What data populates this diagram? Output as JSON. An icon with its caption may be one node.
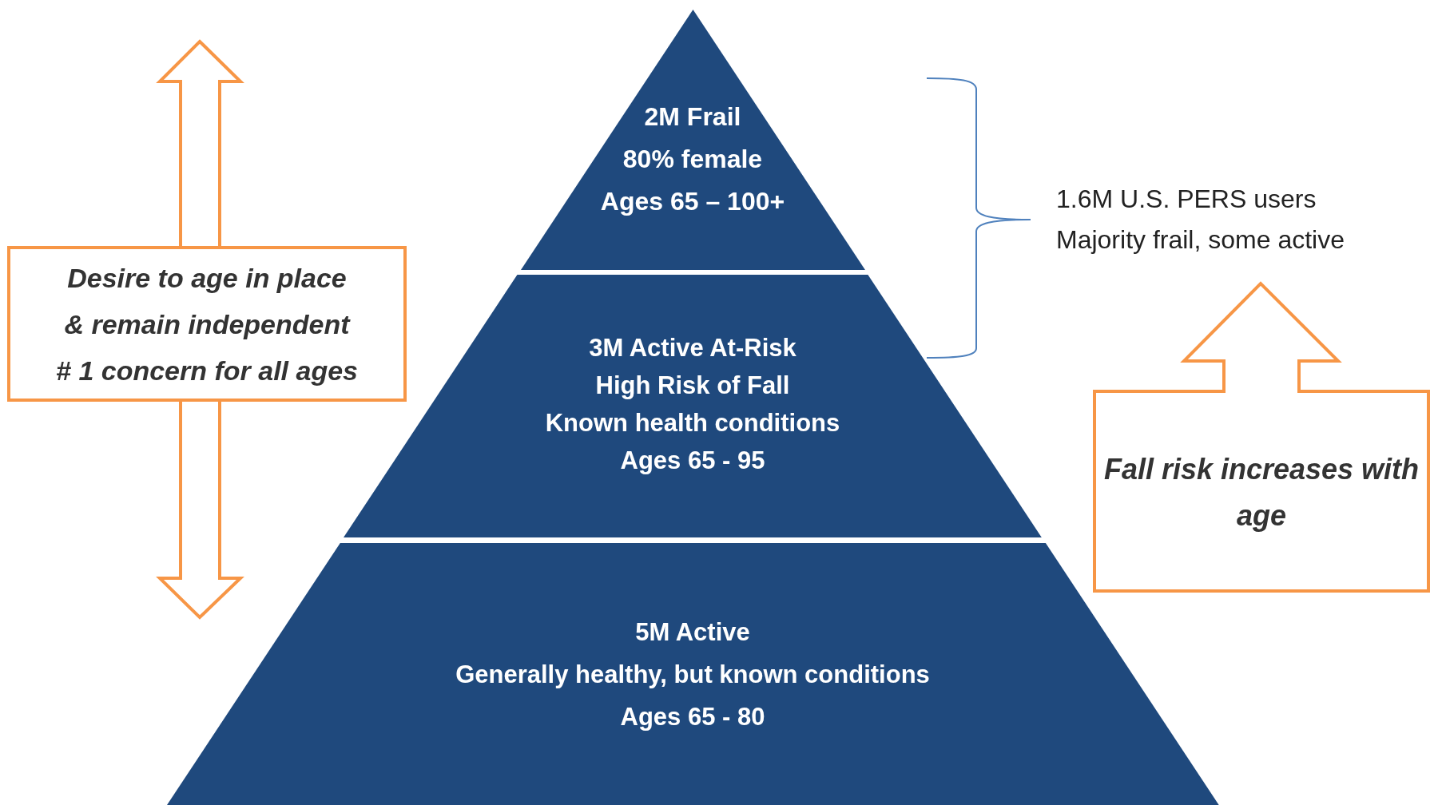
{
  "diagram": {
    "nodes": [
      {
        "text": [
          "2M Frail",
          "80% female",
          "Ages 65 – 100+"
        ]
      },
      {
        "text": [
          "3M Active At-Risk",
          "High Risk of Fall",
          "Known health conditions",
          "Ages 65 - 95"
        ]
      },
      {
        "text": [
          "5M Active",
          "Generally healthy, but known conditions",
          "Ages 65 - 80"
        ]
      },
      {
        "text": [
          "Desire to age in place",
          "& remain independent",
          "# 1 concern for all ages"
        ]
      },
      {
        "text": [
          "Fall risk increases with age"
        ]
      }
    ],
    "labels": [
      "1.6M U.S. PERS users",
      "Majority frail, some active"
    ]
  }
}
